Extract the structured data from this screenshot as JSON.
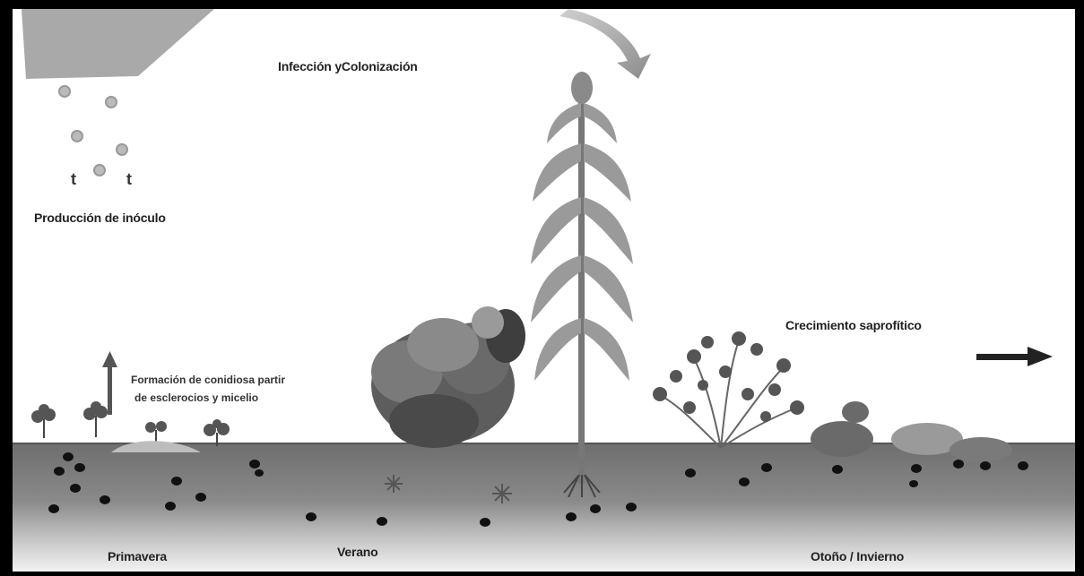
{
  "diagram": {
    "labels": {
      "infection": "Infección yColonización",
      "inoculum": "Producción de inóculo",
      "saprophytic": "Crecimiento saprofítico",
      "conidia_line1": "Formación de conidiosa partir",
      "conidia_line2": "de esclerocios y micelio"
    },
    "seasons": {
      "spring": "Primavera",
      "summer": "Verano",
      "autumn_winter": "Otoño / Invierno"
    },
    "spore_glyphs": {
      "left": "t",
      "right": "t"
    }
  }
}
